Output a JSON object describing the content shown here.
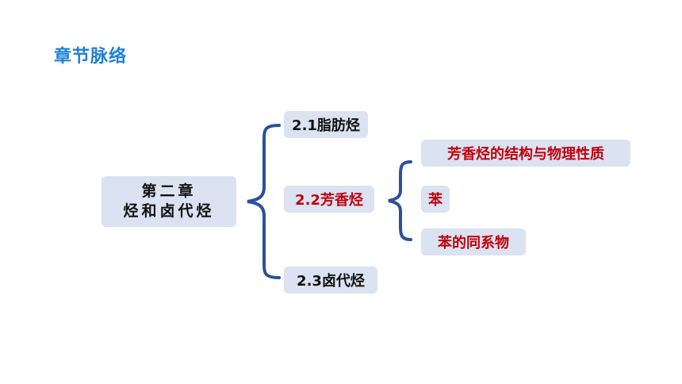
{
  "title": "章节脉络",
  "root": {
    "line1": "第二章",
    "line2": "烃和卤代烃"
  },
  "sections": [
    {
      "label": "2.1脂肪烃"
    },
    {
      "label": "2.2芳香烃"
    },
    {
      "label": "2.3卤代烃"
    }
  ],
  "topics": [
    {
      "label": "芳香烃的结构与物理性质"
    },
    {
      "label": "苯"
    },
    {
      "label": "苯的同系物"
    }
  ],
  "colors": {
    "title": "#1f80d8",
    "brace": "#2e4f9a",
    "node_bg": "#dbe2f1",
    "highlight": "#c0000b"
  }
}
